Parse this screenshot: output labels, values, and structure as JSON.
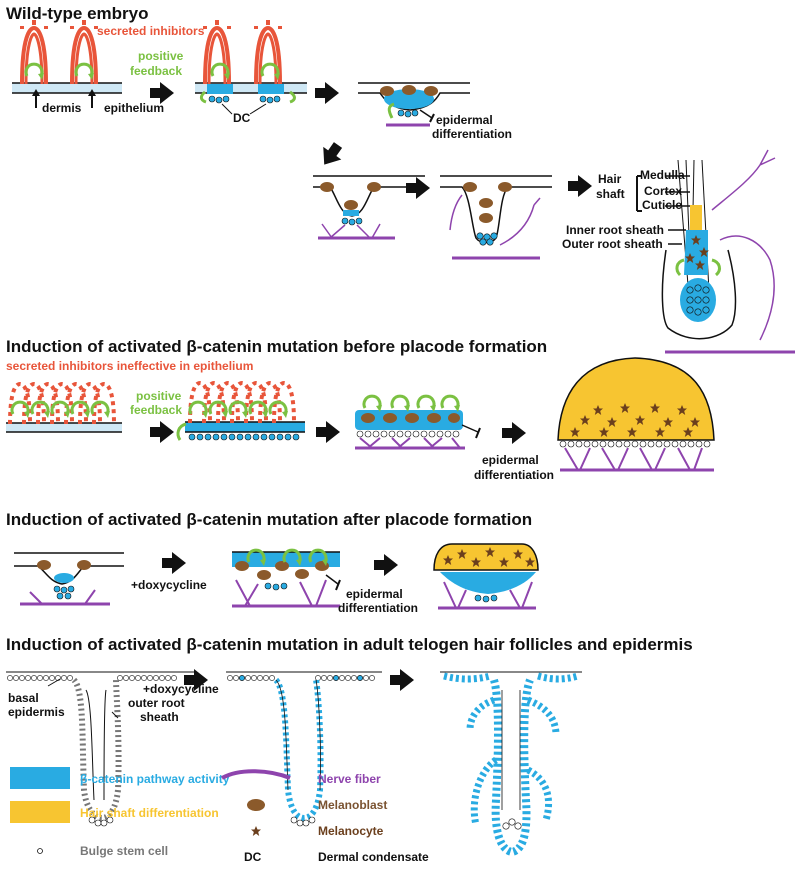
{
  "titles": {
    "wild_type": "Wild-type embryo",
    "before_placode": "Induction of activated β-catenin mutation before placode formation",
    "after_placode": "Induction of activated β-catenin mutation after placode formation",
    "adult": "Induction of activated β-catenin mutation in adult telogen hair follicles and epidermis"
  },
  "wild_type": {
    "secreted_inhibitors": "secreted inhibitors",
    "positive": "positive",
    "feedback": "feedback",
    "dermis": "dermis",
    "epithelium": "epithelium",
    "dc": "DC",
    "epidermal": "epidermal",
    "differentiation": "differentiation",
    "hair": "Hair",
    "shaft": "shaft",
    "medulla": "Medulla",
    "cortex": "Cortex",
    "cuticle": "Cuticle",
    "inner_root_sheath": "Inner root sheath",
    "outer_root_sheath": "Outer root sheath"
  },
  "before": {
    "secreted_inhibitors_ineffective": "secreted inhibitors ineffective in epithelium",
    "positive": "positive",
    "feedback": "feedback",
    "epidermal": "epidermal",
    "differentiation": "differentiation"
  },
  "after": {
    "doxycycline": "+doxycycline",
    "epidermal": "epidermal",
    "differentiation": "differentiation"
  },
  "adult": {
    "basal": "basal",
    "epidermis": "epidermis",
    "doxycycline": "+doxycycline",
    "outer_root": "outer root",
    "sheath": "sheath"
  },
  "legend": {
    "beta_catenin": "β-catenin pathway activity",
    "hair_shaft": "Hair shaft differentiation",
    "bulge": "Bulge stem cell",
    "nerve": "Nerve fiber",
    "melanoblast": "Melanoblast",
    "melanocyte": "Melanocyte",
    "dc": "DC",
    "dermal_condensate": "Dermal condensate"
  },
  "colors": {
    "beta_catenin": "#29abe2",
    "hair_shaft": "#f7c531",
    "inhibitor": "#e8553a",
    "feedback": "#7bc142",
    "nerve": "#8e44ad",
    "melanoblast": "#8b5a2b",
    "melanocyte": "#6b3f1d"
  }
}
